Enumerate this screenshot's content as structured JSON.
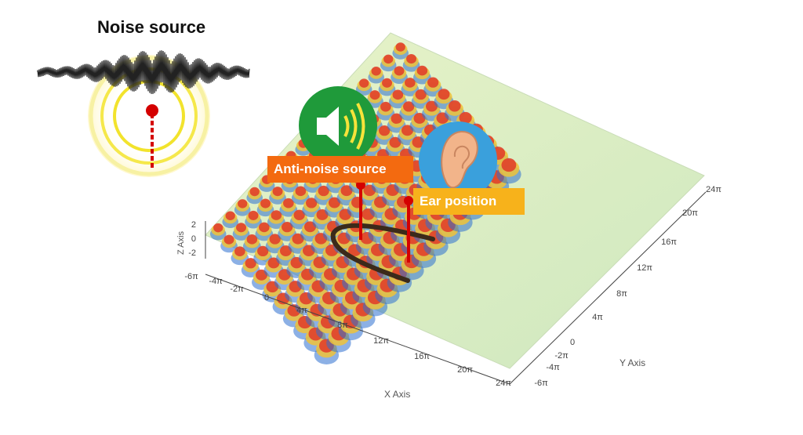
{
  "title": "Noise source",
  "anti_noise_label": "Anti-noise source",
  "ear_label": "Ear position",
  "axes": {
    "z_label": "Z Axis",
    "x_label": "X Axis",
    "y_label": "Y Axis",
    "z_ticks": [
      "2",
      "0",
      "-2"
    ],
    "x_ticks": [
      "-6π",
      "-4π",
      "-2π",
      "0",
      "4π",
      "8π",
      "12π",
      "16π",
      "20π",
      "24π"
    ],
    "y_ticks": [
      "-6π",
      "-4π",
      "-2π",
      "0",
      "4π",
      "8π",
      "12π",
      "16π",
      "20π",
      "24π"
    ]
  },
  "colors": {
    "anti_noise_box": "#f36a10",
    "ear_box": "#f7b21b",
    "speaker_circle": "#1f9a3a",
    "ear_circle": "#3aa0dc",
    "marker": "#d40000",
    "ring": "#f5e84a"
  },
  "icons": [
    "speaker-icon",
    "ear-icon",
    "waveform-icon"
  ]
}
